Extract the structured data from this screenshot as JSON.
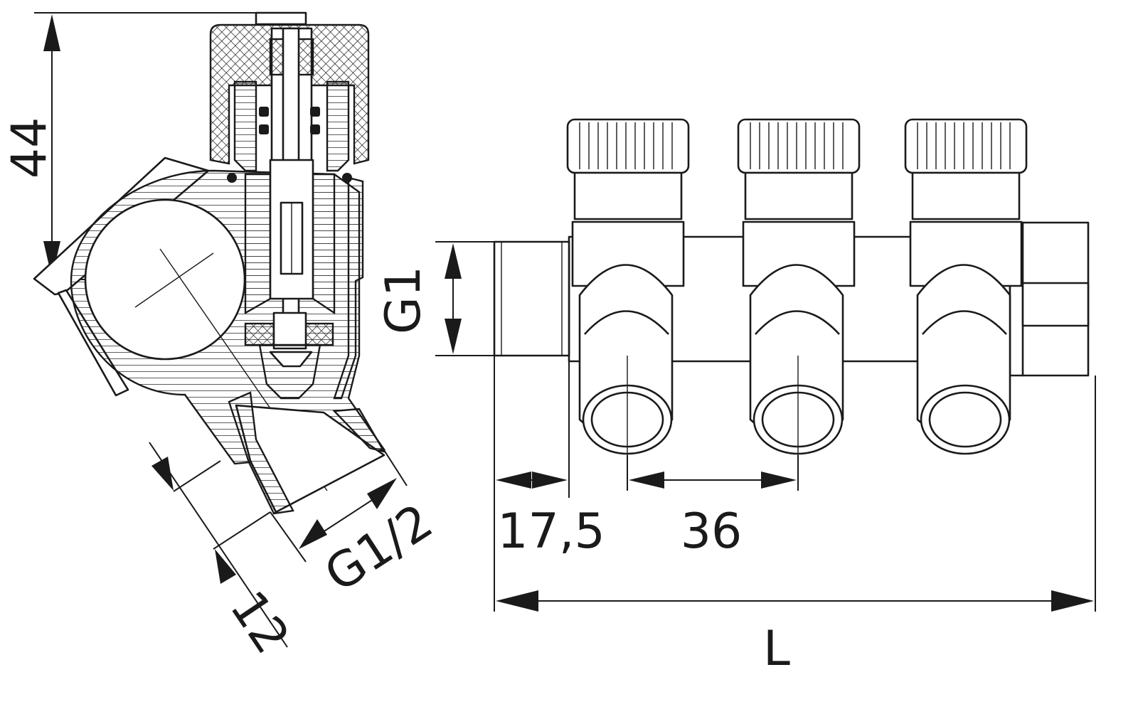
{
  "diagram": {
    "dimensions": {
      "height_44": "44",
      "thread_g1": "G1",
      "offset_17_5": "17,5",
      "spacing_36": "36",
      "length_l": "L",
      "outlet_g1_2": "G1/2",
      "depth_12": "12"
    },
    "colors": {
      "line": "#1a1a1a",
      "background": "#ffffff"
    }
  }
}
